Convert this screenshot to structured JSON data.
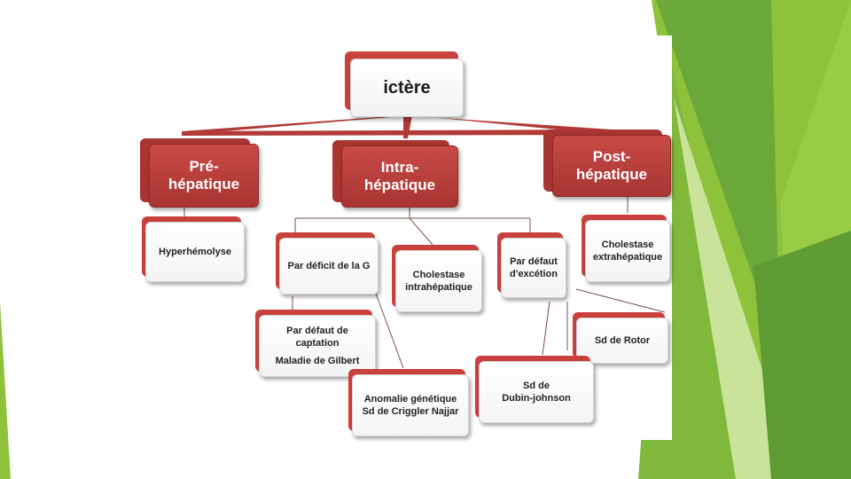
{
  "diagram": {
    "root": "ictère",
    "categories": {
      "pre": "Pré-\nhépatique",
      "intra": "Intra-\nhépatique",
      "post": "Post-\nhépatique"
    },
    "nodes": {
      "hyperhemolyse": "Hyperhémolyse",
      "deficit_g": "Par déficit de la G",
      "cholestase_intra": "Cholestase\nintrahépatique",
      "defaut_excretion": "Par défaut\nd'excétion",
      "cholestase_extra": "Cholestase\nextrahépatique",
      "defaut_captation": "Par défaut de\ncaptation",
      "gilbert": "Maladie de Gilbert",
      "sd_rotor": "Sd de Rotor",
      "anomalie_genetique": "Anomalie génétique\nSd de Criggler Najjar",
      "dubin_johnson": "Sd de\nDubin-johnson"
    }
  },
  "colors": {
    "box_red": "#b23a37",
    "green_light": "#92c83e",
    "green_dark": "#5f9e37"
  }
}
